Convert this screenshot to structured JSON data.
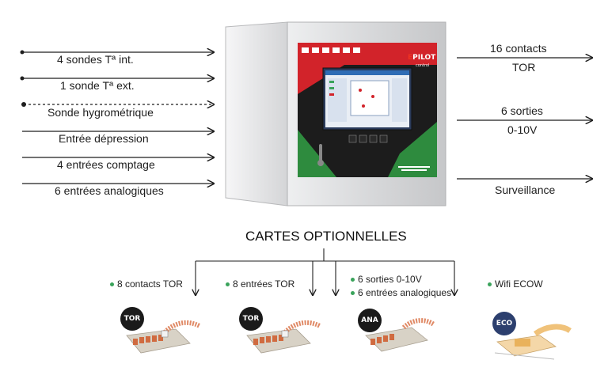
{
  "inputs": [
    {
      "label": "4 sondes Tª int.",
      "line": "solid"
    },
    {
      "label": "1 sonde Tª ext.",
      "line": "solid"
    },
    {
      "label": "Sonde hygrométrique",
      "line": "dashed"
    },
    {
      "label": "Entrée dépression",
      "line": "solid"
    },
    {
      "label": "4 entrées comptage",
      "line": "solid"
    },
    {
      "label": "6 entrées analogiques",
      "line": "solid"
    }
  ],
  "outputs": [
    {
      "line1": "16 contacts",
      "line2": "TOR"
    },
    {
      "line1": "6 sorties",
      "line2": "0-10V"
    },
    {
      "line1": "Surveillance",
      "line2": ""
    }
  ],
  "controller": {
    "brand": "PILOT",
    "brand_prefix": "E",
    "brand_sub": "control"
  },
  "optional_cards": {
    "title": "CARTES OPTIONNELLES",
    "cards": [
      {
        "items": [
          "8 contacts TOR"
        ],
        "badge": "TOR"
      },
      {
        "items": [
          "8 entrées TOR"
        ],
        "badge": "TOR"
      },
      {
        "items": [
          "6 sorties 0-10V",
          "6 entrées analogiques"
        ],
        "badge": "ANA"
      },
      {
        "items": [
          "Wifi ECOW"
        ],
        "badge": "ECO"
      }
    ]
  },
  "colors": {
    "bullet": "#3aa35b",
    "arrow": "#1e1e1e",
    "screen_red": "#d2232a",
    "screen_green": "#2e8b3e",
    "cabinet": "#d9dadc"
  }
}
